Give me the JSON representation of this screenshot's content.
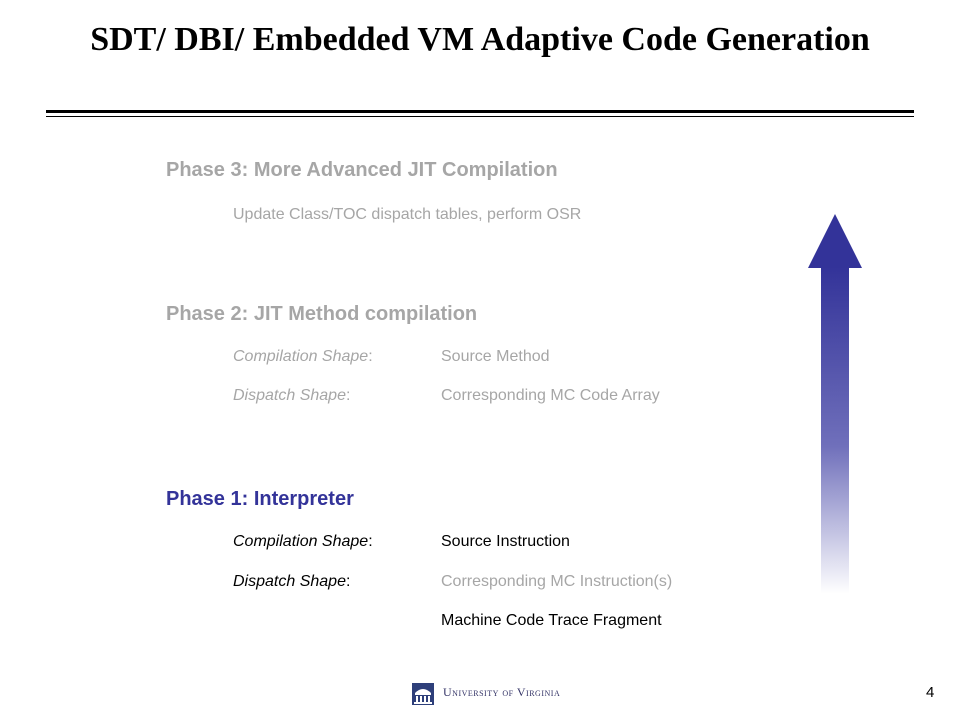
{
  "slide": {
    "title": "SDT/ DBI/ Embedded VM Adaptive Code Generation",
    "page_number": "4"
  },
  "phase3": {
    "heading": "Phase 3:  More Advanced JIT Compilation",
    "detail": "Update Class/TOC dispatch tables, perform OSR"
  },
  "phase2": {
    "heading": "Phase 2:  JIT Method compilation",
    "compilation_label": "Compilation Shape",
    "compilation_value": "Source Method",
    "dispatch_label": "Dispatch Shape",
    "dispatch_value": "Corresponding MC Code Array"
  },
  "phase1": {
    "heading": "Phase 1:  Interpreter",
    "compilation_label": "Compilation Shape",
    "compilation_value": "Source Instruction",
    "dispatch_label": "Dispatch Shape",
    "dispatch_value": "Corresponding MC Instruction(s)",
    "extra_value": "Machine Code Trace Fragment"
  },
  "footer": {
    "institution": "University of Virginia"
  },
  "colors": {
    "accent_blue": "#333399",
    "faded_gray": "#a6a6a6",
    "text": "#000000"
  },
  "icons": {
    "progress_arrow": "up-arrow-icon",
    "logo": "rotunda-logo-icon"
  }
}
